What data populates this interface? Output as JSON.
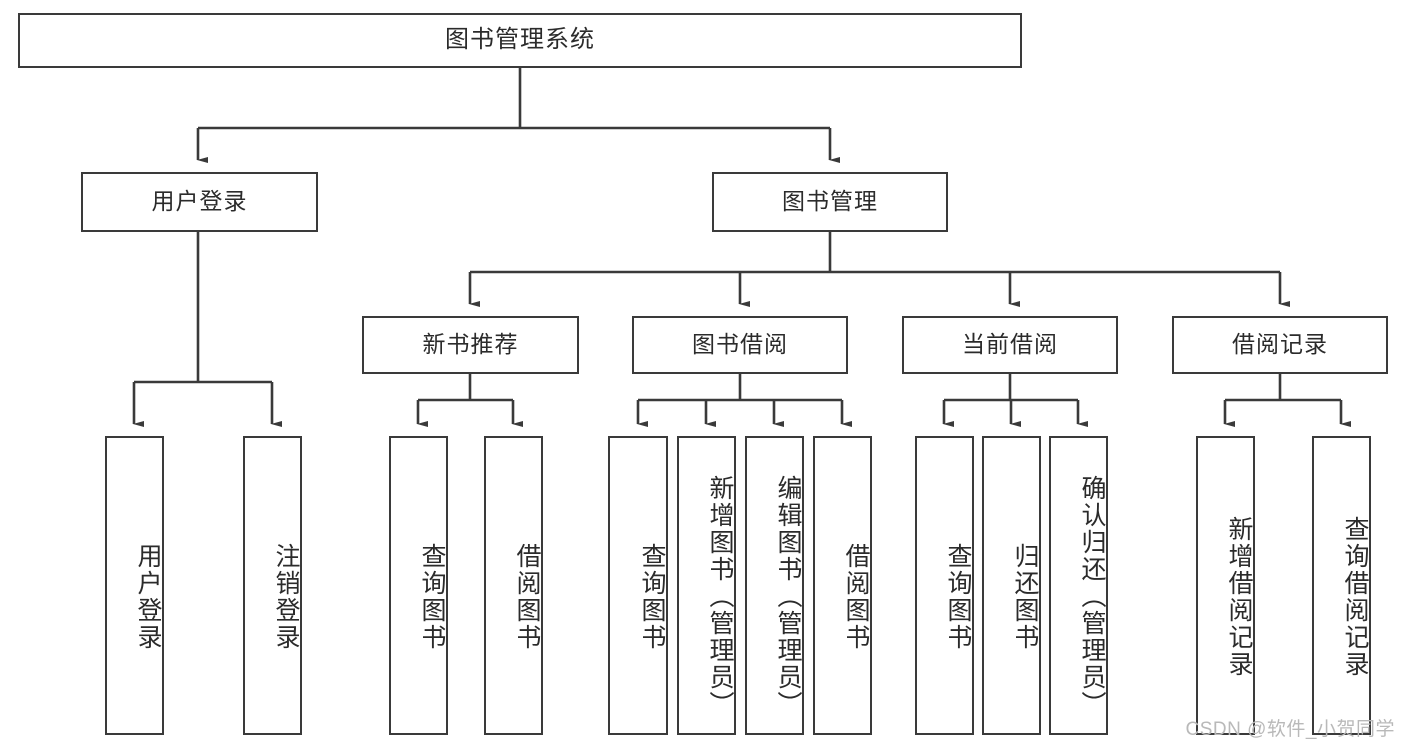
{
  "diagram": {
    "type": "tree",
    "title": "图书管理系统",
    "watermark": "CSDN @软件_小贺同学",
    "colors": {
      "border": "#3a3a3a",
      "text": "#2b2b2b",
      "background": "#ffffff",
      "watermark": "#b9b9b9"
    },
    "levels": {
      "root": {
        "label": "图书管理系统"
      },
      "level2": [
        {
          "label": "用户登录"
        },
        {
          "label": "图书管理"
        }
      ],
      "level3": [
        {
          "label": "新书推荐"
        },
        {
          "label": "图书借阅"
        },
        {
          "label": "当前借阅"
        },
        {
          "label": "借阅记录"
        }
      ]
    },
    "leaves": {
      "user_login": [
        {
          "label": "用户登录"
        },
        {
          "label": "注销登录"
        }
      ],
      "new_book": [
        {
          "label": "查询图书"
        },
        {
          "label": "借阅图书"
        }
      ],
      "book_borrow": [
        {
          "label": "查询图书"
        },
        {
          "label": "新增图书（管理员）"
        },
        {
          "label": "编辑图书（管理员）"
        },
        {
          "label": "借阅图书"
        }
      ],
      "current_borrow": [
        {
          "label": "查询图书"
        },
        {
          "label": "归还图书"
        },
        {
          "label": "确认归还（管理员）"
        }
      ],
      "borrow_record": [
        {
          "label": "新增借阅记录"
        },
        {
          "label": "查询借阅记录"
        }
      ]
    }
  }
}
